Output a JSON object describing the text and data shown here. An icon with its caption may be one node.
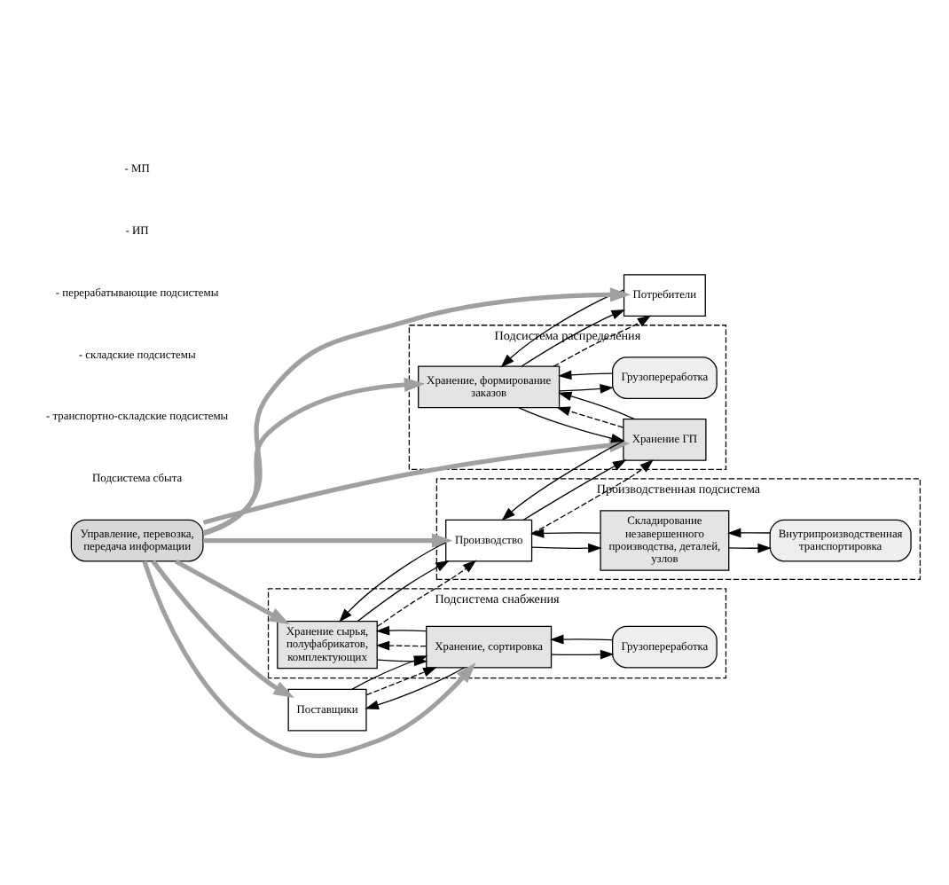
{
  "diagram": {
    "nodes": [
      {
        "text": [
          "Потребители"
        ]
      },
      {
        "text": [
          "Поставщики"
        ]
      },
      {
        "text": [
          "Управление, перевозка, передача информации"
        ]
      },
      {
        "text": [
          "Подсистема распределения"
        ]
      },
      {
        "text": [
          "Хранение, формирование заказов"
        ],
        "in": 3
      },
      {
        "text": [
          "Грузопереработка"
        ],
        "in": 3
      },
      {
        "text": [
          "Хранение ГП"
        ],
        "in": 3
      },
      {
        "text": [
          "Производственная подсистема"
        ]
      },
      {
        "text": [
          "Производство"
        ],
        "in": 7
      },
      {
        "text": [
          "Складирование незавершенного производства, деталей, узлов"
        ],
        "in": 7
      },
      {
        "text": [
          "Внутрипроизводственная транспортировка"
        ],
        "in": 7
      },
      {
        "text": [
          "Подсистема снабжения"
        ]
      },
      {
        "text": [
          "Хранение сырья, полуфабрикатов, комплектующих"
        ],
        "in": 11
      },
      {
        "text": [
          "Хранение, сортировка"
        ],
        "in": 11
      },
      {
        "text": [
          "Грузопереработка"
        ],
        "in": 11
      }
    ],
    "edges": [
      {
        "from": 2,
        "to": 0,
        "arrow": "to",
        "style": "thick",
        "color": "#a0a0a0"
      },
      {
        "from": 2,
        "to": 4,
        "arrow": "to",
        "style": "thick",
        "color": "#a0a0a0"
      },
      {
        "from": 2,
        "to": 6,
        "arrow": "to",
        "style": "thick",
        "color": "#a0a0a0"
      },
      {
        "from": 2,
        "to": 8,
        "arrow": "to",
        "style": "thick",
        "color": "#a0a0a0"
      },
      {
        "from": 2,
        "to": 12,
        "arrow": "to",
        "style": "thick",
        "color": "#a0a0a0"
      },
      {
        "from": 2,
        "to": 13,
        "arrow": "to",
        "style": "thick",
        "color": "#a0a0a0"
      },
      {
        "from": 2,
        "to": 1,
        "arrow": "to",
        "style": "thick",
        "color": "#a0a0a0"
      },
      {
        "from": 1,
        "to": 13,
        "arrow": "to",
        "style": "dashed"
      },
      {
        "from": 1,
        "to": 13,
        "arrow": "to"
      },
      {
        "from": 13,
        "to": 1,
        "arrow": "to"
      },
      {
        "from": 13,
        "to": 14,
        "arrow": "to"
      },
      {
        "from": 14,
        "to": 13,
        "arrow": "to"
      },
      {
        "from": 13,
        "to": 12,
        "arrow": "to",
        "style": "dashed"
      },
      {
        "from": 13,
        "to": 12,
        "arrow": "to"
      },
      {
        "from": 12,
        "to": 13,
        "arrow": "to"
      },
      {
        "from": 12,
        "to": 8,
        "arrow": "to",
        "style": "dashed"
      },
      {
        "from": 12,
        "to": 8,
        "arrow": "to"
      },
      {
        "from": 8,
        "to": 12,
        "arrow": "to"
      },
      {
        "from": 8,
        "to": 9,
        "arrow": "to"
      },
      {
        "from": 9,
        "to": 8,
        "arrow": "to"
      },
      {
        "from": 9,
        "to": 10,
        "arrow": "to"
      },
      {
        "from": 10,
        "to": 9,
        "arrow": "to"
      },
      {
        "from": 8,
        "to": 6,
        "arrow": "to",
        "style": "dashed"
      },
      {
        "from": 8,
        "to": 6,
        "arrow": "to"
      },
      {
        "from": 6,
        "to": 8,
        "arrow": "to"
      },
      {
        "from": 6,
        "to": 4,
        "arrow": "to",
        "style": "dashed"
      },
      {
        "from": 6,
        "to": 4,
        "arrow": "to"
      },
      {
        "from": 4,
        "to": 6,
        "arrow": "to"
      },
      {
        "from": 4,
        "to": 5,
        "arrow": "to"
      },
      {
        "from": 5,
        "to": 4,
        "arrow": "to"
      },
      {
        "from": 4,
        "to": 0,
        "arrow": "to",
        "style": "dashed"
      },
      {
        "from": 4,
        "to": 0,
        "arrow": "to"
      },
      {
        "from": 0,
        "to": 4,
        "arrow": "to"
      }
    ],
    "labels": [
      "Подсистема сбыта"
    ],
    "legend": [
      {
        "text": "- МП"
      },
      {
        "text": "- ИП"
      },
      {
        "text": "- перерабатывающие подсистемы"
      },
      {
        "text": "- складские подсистемы"
      },
      {
        "text": "- транспортно-складские подсистемы"
      }
    ]
  }
}
